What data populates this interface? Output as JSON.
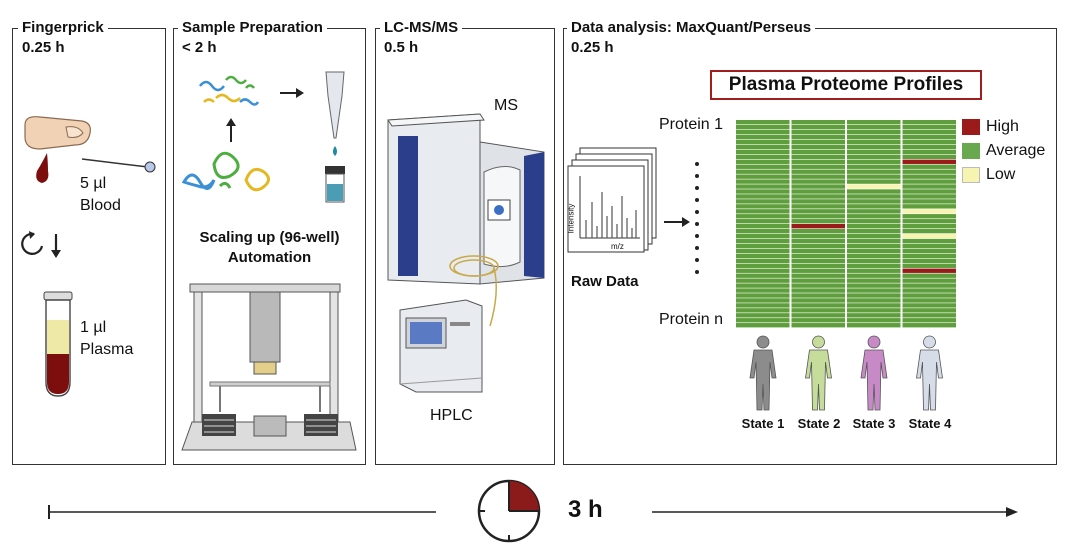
{
  "panels": {
    "fingerprick": {
      "title": "Fingerprick",
      "time": "0.25 h",
      "blood_volume": "5 µl",
      "blood_label": "Blood",
      "plasma_volume": "1 µl",
      "plasma_label": "Plasma"
    },
    "sample_prep": {
      "title": "Sample Preparation",
      "time": "< 2 h",
      "scaling_line1": "Scaling up (96-well)",
      "scaling_line2": "Automation"
    },
    "lcms": {
      "title": "LC-MS/MS",
      "time": "0.5 h",
      "ms_label": "MS",
      "hplc_label": "HPLC"
    },
    "analysis": {
      "title": "Data analysis: MaxQuant/Perseus",
      "time": "0.25 h",
      "raw_data_label": "Raw Data",
      "spectrum_y_label": "Intensity",
      "spectrum_x_label": "m/z",
      "profile_title": "Plasma Proteome Profiles",
      "protein_first": "Protein 1",
      "protein_last": "Protein n",
      "legend": [
        {
          "label": "High",
          "color": "#9b1b1b"
        },
        {
          "label": "Average",
          "color": "#6aa84f"
        },
        {
          "label": "Low",
          "color": "#f6f4b0"
        }
      ],
      "states": [
        {
          "label": "State 1",
          "color": "#8c8c8c"
        },
        {
          "label": "State 2",
          "color": "#c5dc9a"
        },
        {
          "label": "State 3",
          "color": "#c78ac7"
        },
        {
          "label": "State 4",
          "color": "#d7dde8"
        }
      ]
    }
  },
  "timeline": {
    "total_time": "3 h",
    "clock_fraction": 0.25
  },
  "colors": {
    "blood": "#7d0e0e",
    "plasma": "#efe9a6",
    "heatmap_green": "#5f9e3c",
    "clock_fill": "#8b1a1a",
    "title_box_border": "#a01e1e"
  }
}
